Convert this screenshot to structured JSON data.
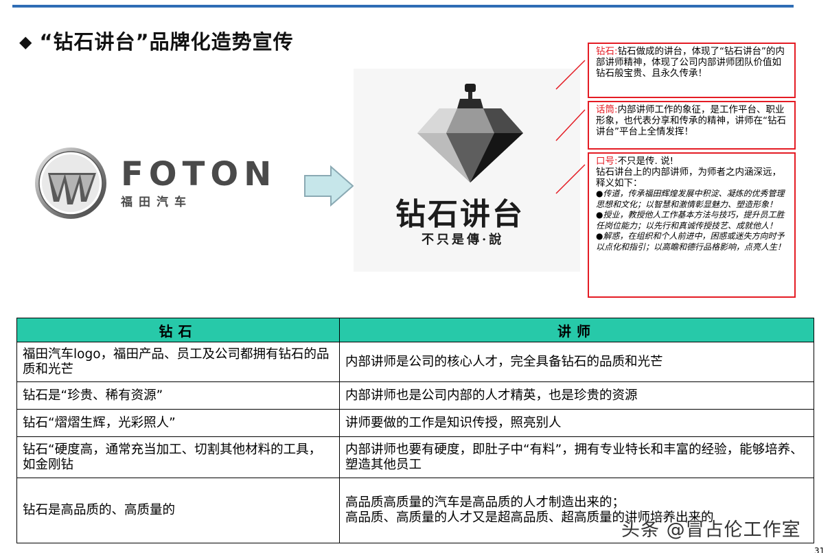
{
  "title": "“钻石讲台”品牌化造势宣传",
  "bullet": "◆",
  "foton": {
    "word": "FOTON",
    "cn": "福田汽车"
  },
  "logo": {
    "name": "钻石讲台",
    "slogan": "不只是傳·說"
  },
  "callouts": [
    {
      "key": "钻石:",
      "text": "钻石做成的讲台，体现了“钻石讲台”的内部讲师精神，体现了公司内部讲师团队价值如钻石般宝贵、且永久传承！"
    },
    {
      "key": "话筒:",
      "text": "内部讲师工作的象征，是工作平台、职业形象，也代表分享和传承的精神，讲师在“钻石讲台”平台上全情发挥！"
    },
    {
      "key": "口号:",
      "text": "不只是传. 说!",
      "line2": "钻石讲台上的内部讲师，为师者之内涵深远，释义如下：",
      "bullets": [
        "●传道，传承福田辉煌发展中积淀、凝炼的优秀管理思想和文化；以智慧和激情彰显魅力、塑造形象！",
        "●授业，教授他人工作基本方法与技巧，提升员工胜任岗位能力；以先行和真诚传授技艺、成就他人！",
        "●解惑，在组织和个人前进中，困惑或迷失方向时予以点化和指引；以高瞻和德行品格影响，点亮人生！"
      ]
    }
  ],
  "table": {
    "headers": [
      "钻石",
      "讲师"
    ],
    "rows": [
      [
        "福田汽车logo，福田产品、员工及公司都拥有钻石的品质和光芒",
        "内部讲师是公司的核心人才，完全具备钻石的品质和光芒"
      ],
      [
        "钻石是“珍贵、稀有资源”",
        "内部讲师也是公司内部的人才精英，也是珍贵的资源"
      ],
      [
        "钻石“熠熠生辉，光彩照人”",
        "讲师要做的工作是知识传授，照亮别人"
      ],
      [
        "钻石“硬度高，通常充当加工、切割其他材料的工具，如金刚钻",
        "内部讲师也要有硬度，即肚子中“有料”，拥有专业特长和丰富的经验，能够培养、塑造其他员工"
      ],
      [
        "钻石是高品质的、高质量的",
        "高品质高质量的汽车是高品质的人才制造出来的；",
        "高品质、高质量的人才又是超高品质、超高质量的讲师培养出来的"
      ]
    ]
  },
  "watermark": "头条 @冒占伦工作室",
  "page_number": "31",
  "colors": {
    "rule": "#2f6db5",
    "header": "#27c9a9",
    "callout_border": "#e41b23"
  }
}
